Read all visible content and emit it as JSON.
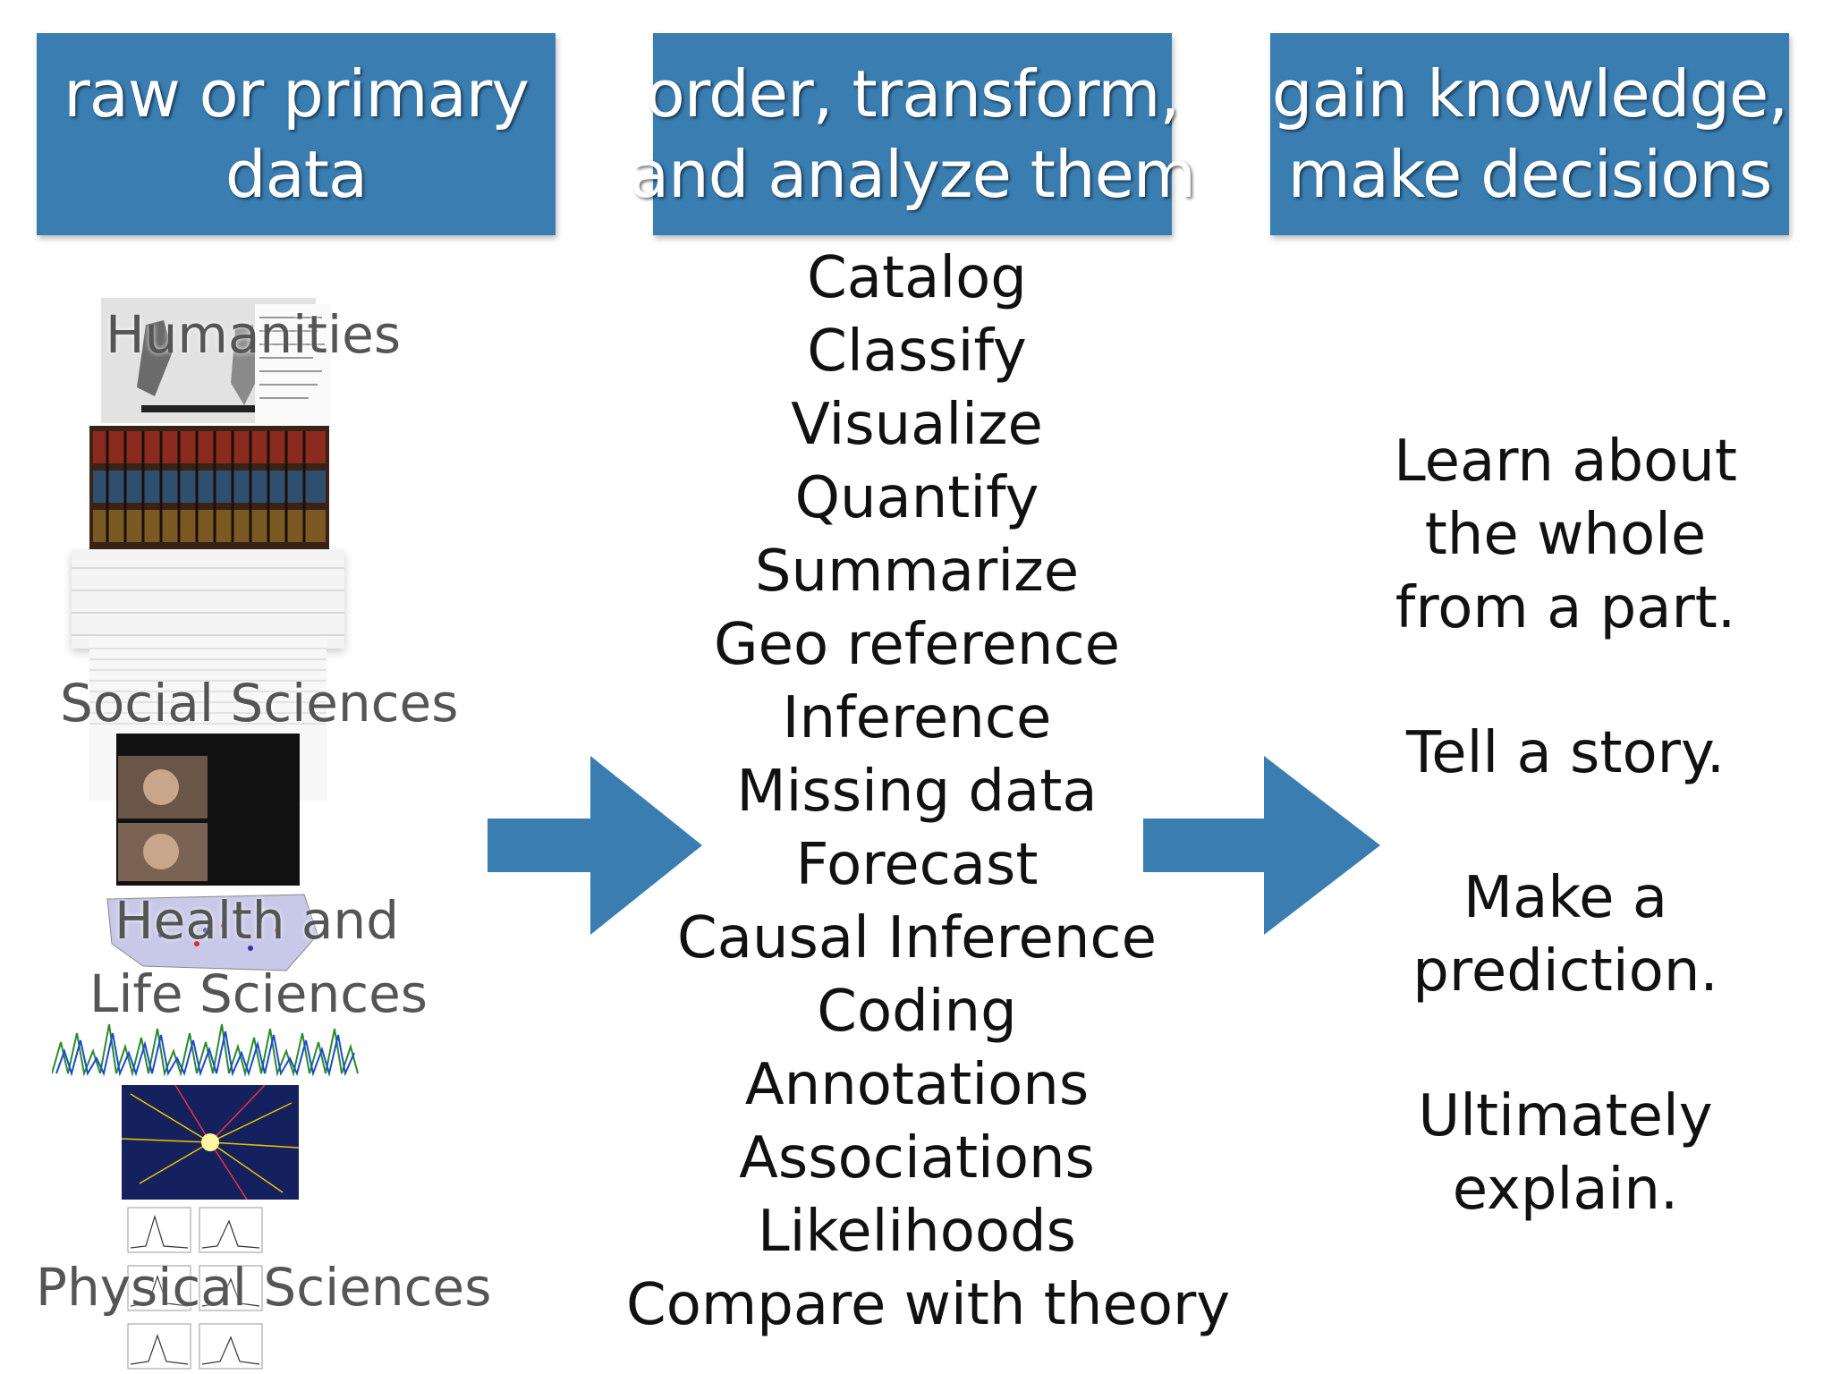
{
  "headers": {
    "col1": [
      "raw or primary",
      "data"
    ],
    "col2": [
      "order, transform,",
      "and analyze them"
    ],
    "col3": [
      "gain knowledge,",
      "make decisions"
    ]
  },
  "domains": [
    "Humanities",
    "Social Sciences",
    "Health and",
    "Life Sciences",
    "Physical Sciences"
  ],
  "steps": [
    "Catalog",
    "Classify",
    "Visualize",
    "Quantify",
    "Summarize",
    "Geo reference",
    "Inference",
    "Missing data",
    "Forecast",
    "Causal Inference",
    "Coding",
    "Annotations",
    "Associations",
    "Likelihoods",
    "Compare with theory"
  ],
  "goals": [
    [
      "Learn about",
      "the whole",
      "from a part."
    ],
    [
      "Tell a story."
    ],
    [
      "Make a",
      "prediction."
    ],
    [
      "Ultimately",
      "explain."
    ]
  ],
  "colors": {
    "header_bg": "#3a7db1",
    "arrow": "#3a7db1"
  }
}
